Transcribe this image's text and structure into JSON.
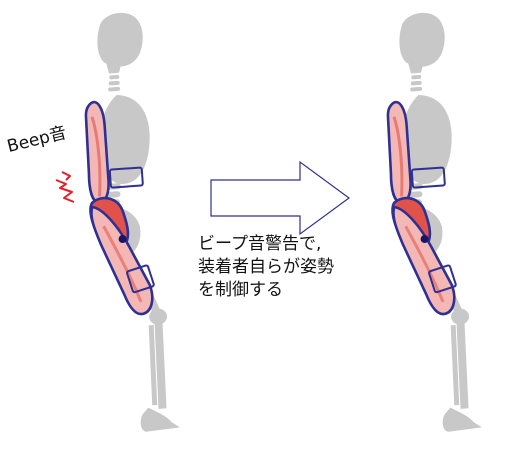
{
  "beep_label": "Beep音",
  "caption": {
    "line1": "ビープ音警告で,",
    "line2": "装着者自らが姿勢",
    "line3": "を制御する"
  },
  "colors": {
    "skeleton": "#c8c8c8",
    "outline": "#2e3192",
    "suit_fill": "#f3b8b5",
    "muscle_red": "#e0524a",
    "joint_dot": "#1b1464",
    "alarm": "#e41e26"
  }
}
